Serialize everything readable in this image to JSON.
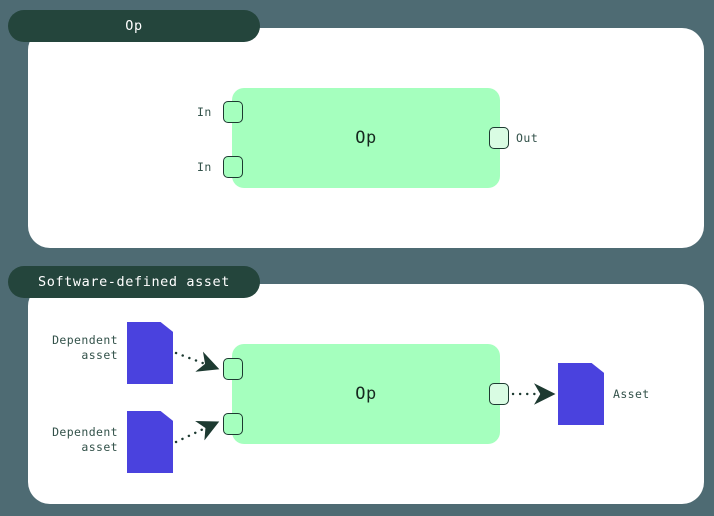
{
  "theme": {
    "background": "#4e6b73",
    "panel_background": "#ffffff",
    "tab_background": "#24453c",
    "tab_text": "#ffffff",
    "op_node_fill": "#a5ffbe",
    "port_fill": "#a5ffbe",
    "port_border": "#1d3a31",
    "asset_fill": "#4a42de",
    "label_text": "#33524a",
    "connector": "#1d3a31"
  },
  "panels": [
    {
      "id": "op",
      "tab_label": "Op",
      "node": {
        "label": "Op",
        "inputs": [
          {
            "label": "In",
            "port_name": "input-port-1"
          },
          {
            "label": "In",
            "port_name": "input-port-2"
          }
        ],
        "outputs": [
          {
            "label": "Out",
            "port_name": "output-port"
          }
        ]
      }
    },
    {
      "id": "software-defined-asset",
      "tab_label": "Software-defined asset",
      "node": {
        "label": "Op",
        "inputs": [
          {
            "label": "",
            "port_name": "input-port-1"
          },
          {
            "label": "",
            "port_name": "input-port-2"
          }
        ],
        "outputs": [
          {
            "label": "",
            "port_name": "output-port"
          }
        ]
      },
      "upstream_assets": [
        {
          "label": "Dependent\nasset",
          "icon": "document-icon"
        },
        {
          "label": "Dependent\nasset",
          "icon": "document-icon"
        }
      ],
      "downstream_assets": [
        {
          "label": "Asset",
          "icon": "document-icon"
        }
      ]
    }
  ],
  "icons": {
    "document": "document-icon",
    "arrow": "arrow-head-icon"
  }
}
